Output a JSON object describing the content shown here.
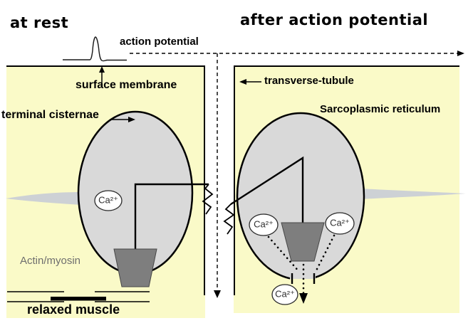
{
  "titles": {
    "rest": "at rest",
    "after": "after action potential"
  },
  "labels": {
    "action_potential": "action potential",
    "surface_membrane": "surface membrane",
    "terminal_cisternae": "terminal cisternae",
    "transverse_tubule": "transverse-tubule",
    "sarcoplasmic_reticulum": "Sarcoplasmic reticulum",
    "actin_myosin": "Actin/myosin",
    "relaxed_muscle": "relaxed muscle",
    "ca_ion": "Ca²⁺"
  },
  "colors": {
    "panel_bg": "#FAFAC8",
    "organelle_fill": "#D9D9D9",
    "channel_fill": "#7E7E7E",
    "tubule_fill": "#CDD1D5",
    "outline": "#000000"
  }
}
